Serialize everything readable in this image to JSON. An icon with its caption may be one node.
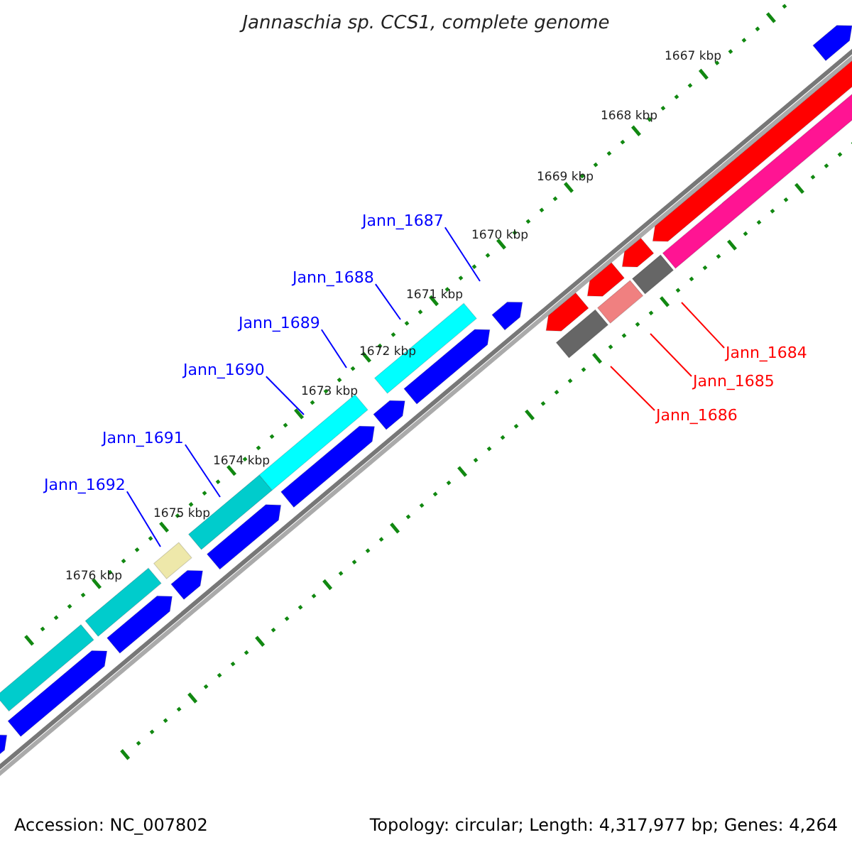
{
  "diagram": {
    "title": "Jannaschia sp. CCS1, complete genome",
    "nodes": [
      {
        "text": [
          "Jann_1687"
        ]
      },
      {
        "text": [
          "Jann_1688"
        ]
      },
      {
        "text": [
          "Jann_1689"
        ]
      },
      {
        "text": [
          "Jann_1684"
        ]
      },
      {
        "text": [
          "Jann_1690"
        ]
      },
      {
        "text": [
          "Jann_1685"
        ]
      },
      {
        "text": [
          "Jann_1686"
        ]
      },
      {
        "text": [
          "Jann_1691"
        ]
      },
      {
        "text": [
          "Jann_1692"
        ]
      }
    ],
    "edges": [
      {
        "from": 0,
        "to": null,
        "arrow": "none"
      },
      {
        "from": 1,
        "to": null,
        "arrow": "none"
      },
      {
        "from": 2,
        "to": null,
        "arrow": "none"
      },
      {
        "from": 3,
        "to": null,
        "arrow": "none",
        "color": "#ff0000"
      },
      {
        "from": 4,
        "to": null,
        "arrow": "none"
      },
      {
        "from": 5,
        "to": null,
        "arrow": "none",
        "color": "#ff0000"
      },
      {
        "from": 6,
        "to": null,
        "arrow": "none",
        "color": "#ff0000"
      },
      {
        "from": 7,
        "to": null,
        "arrow": "none"
      },
      {
        "from": 8,
        "to": null,
        "arrow": "none"
      }
    ],
    "labels": [
      "1667 kbp",
      "1668 kbp",
      "1669 kbp",
      "1670 kbp",
      "1671 kbp",
      "1672 kbp",
      "1673 kbp",
      "1674 kbp",
      "1675 kbp",
      "1676 kbp",
      "Accession: NC_007802",
      "Topology: circular; Length: 4,317,977 bp; Genes: 4,264"
    ]
  }
}
